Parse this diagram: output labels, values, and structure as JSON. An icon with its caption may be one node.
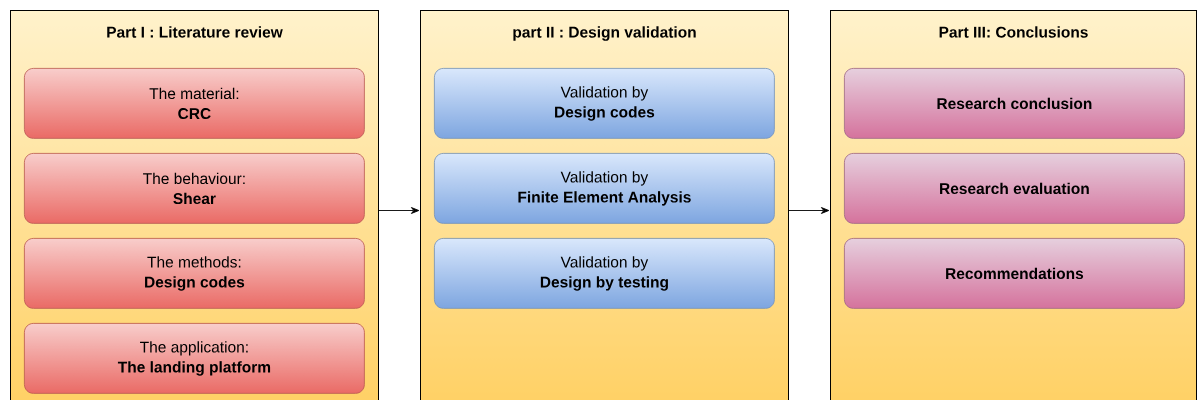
{
  "diagram": {
    "nodes": [
      {
        "text": [
          "Part I : Literature review"
        ]
      },
      {
        "text": [
          "The material:",
          "CRC"
        ],
        "in": 0
      },
      {
        "text": [
          "The behaviour:",
          "Shear"
        ],
        "in": 0
      },
      {
        "text": [
          "The methods:",
          "Design codes"
        ],
        "in": 0
      },
      {
        "text": [
          "The application:",
          "The landing platform"
        ],
        "in": 0
      },
      {
        "text": [
          "part II : Design validation"
        ]
      },
      {
        "text": [
          "Validation by",
          "Design codes"
        ],
        "in": 5
      },
      {
        "text": [
          "Validation by",
          "Finite Element Analysis"
        ],
        "in": 5
      },
      {
        "text": [
          "Validation by",
          "Design by testing"
        ],
        "in": 5
      },
      {
        "text": [
          "Part III: Conclusions"
        ]
      },
      {
        "text": [
          "Research conclusion"
        ],
        "in": 9
      },
      {
        "text": [
          "Research evaluation"
        ],
        "in": 9
      },
      {
        "text": [
          "Recommendations"
        ],
        "in": 9
      }
    ],
    "edges": [
      {
        "from": 0,
        "to": 5,
        "arrow": "to"
      },
      {
        "from": 5,
        "to": 9,
        "arrow": "to"
      }
    ]
  }
}
